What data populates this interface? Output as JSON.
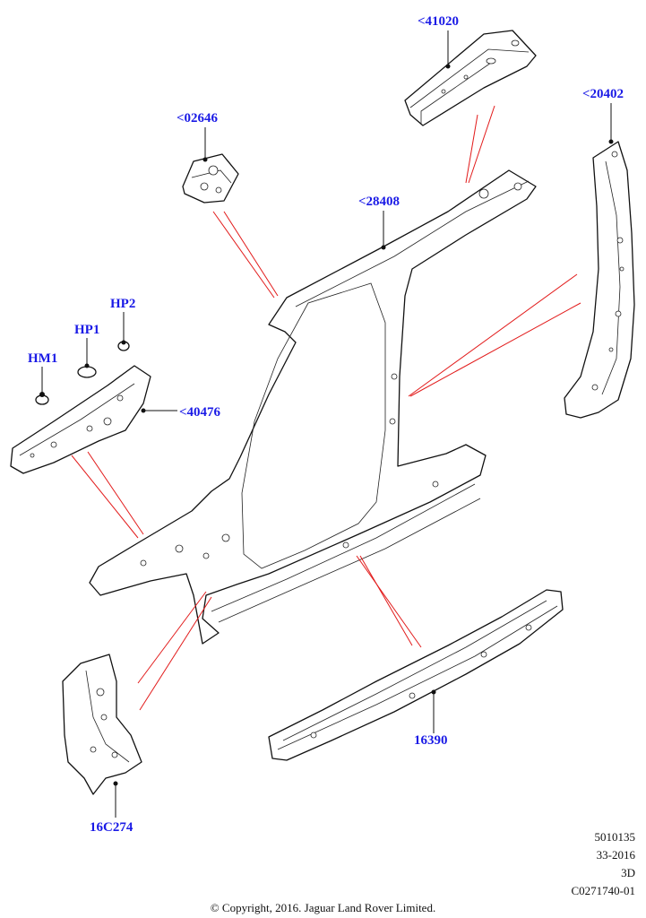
{
  "labels": {
    "p41020": "<41020",
    "p02646": "<02646",
    "p28408": "<28408",
    "p20402": "<20402",
    "hp2": "HP2",
    "hp1": "HP1",
    "hm1": "HM1",
    "p40476": "<40476",
    "p16390": "16390",
    "p16c274": "16C274"
  },
  "meta": {
    "line1": "5010135",
    "line2": "33-2016",
    "line3": "3D",
    "line4": "C0271740-01"
  },
  "copyright": "© Copyright, 2016. Jaguar Land Rover Limited.",
  "colors": {
    "label": "#1a1ae6",
    "callout_line": "#e21b1b",
    "outline": "#111111"
  }
}
